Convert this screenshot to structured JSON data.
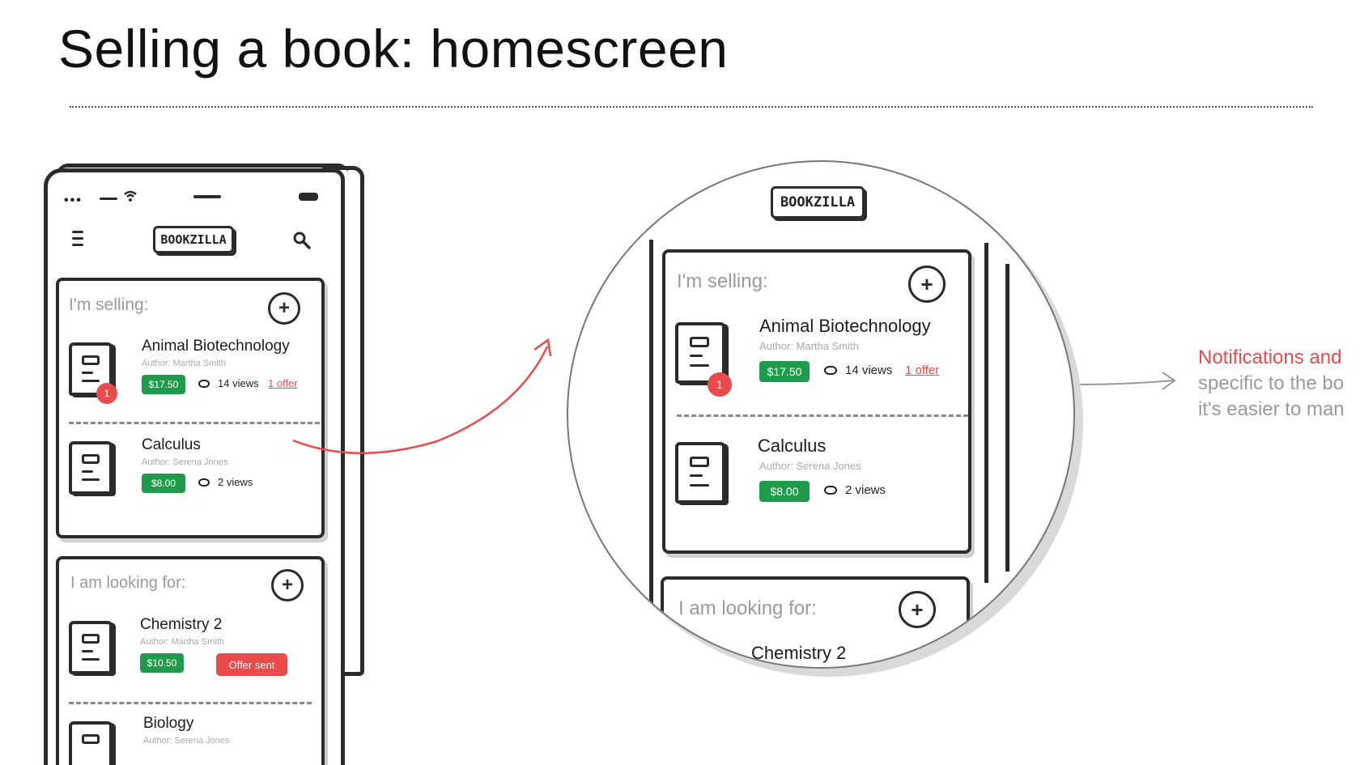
{
  "slide": {
    "title": "Selling a book: homescreen"
  },
  "app": {
    "logo": "BOOKZILLA",
    "status_dots": "•••"
  },
  "selling": {
    "label": "I'm selling:",
    "add_label": "+",
    "books": [
      {
        "title": "Animal Biotechnology",
        "author": "Author: Martha Smith",
        "price": "$17.50",
        "views": "14 views",
        "offer": "1 offer",
        "badge": "1"
      },
      {
        "title": "Calculus",
        "author": "Author: Serena Jones",
        "price": "$8.00",
        "views": "2 views"
      }
    ]
  },
  "looking": {
    "label": "I am looking for:",
    "add_label": "+",
    "books": [
      {
        "title": "Chemistry 2",
        "author": "Author: Martha Smith",
        "price": "$10.50",
        "status": "Offer sent"
      },
      {
        "title": "Biology",
        "author": "Author: Serena Jones"
      }
    ]
  },
  "annotation": {
    "line1": "Notifications and",
    "line2": "specific to the bo",
    "line3": "it's easier to man"
  },
  "colors": {
    "accent_red": "#e84b4b",
    "price_green": "#1f9c4b",
    "ink": "#2b2b2b",
    "muted": "#9a9a9a"
  }
}
